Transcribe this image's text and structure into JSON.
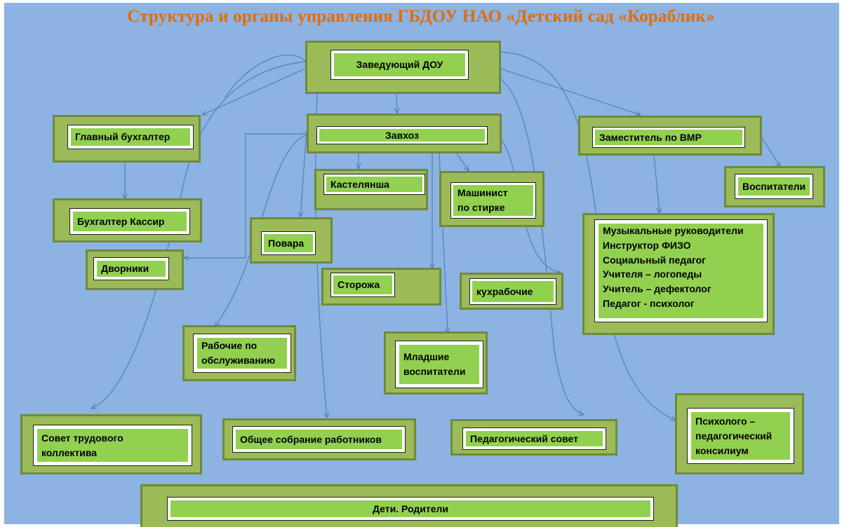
{
  "title": "Структура и органы управления ГБДОУ НАО «Детский сад «Кораблик»",
  "nodes": {
    "head": "Заведующий ДОУ",
    "chief_accountant": "Главный бухгалтер",
    "accountant_cashier": "Бухгалтер  Кассир",
    "janitors": "Дворники",
    "supply_manager": "Завхоз",
    "linen_keeper": "Кастелянша",
    "washer_line1": "Машинист",
    "washer_line2": "по стирке",
    "cooks": "Повара",
    "guards": "Сторожа",
    "kitchen_workers": "кухрабочие",
    "maintenance_line1": "Рабочие по",
    "maintenance_line2": "обслуживанию",
    "junior_teachers_line1": "Младшие",
    "junior_teachers_line2": "воспитатели",
    "deputy_vmr": "Заместитель по ВМР",
    "teachers": "Воспитатели",
    "specialists": [
      "Музыкальные руководители",
      "Инструктор ФИЗО",
      "Социальный педагог",
      "Учителя – логопеды",
      "Учитель – дефектолог",
      "Педагог - психолог"
    ],
    "labor_council_line1": "Совет трудового",
    "labor_council_line2": "коллектива",
    "general_meeting": "Общее собрание работников",
    "pedagogical_council": "Педагогический совет",
    "pmpk_line1": "Психолого –",
    "pmpk_line2": "педагогический",
    "pmpk_line3": "консилиум",
    "children_parents": "Дети. Родители"
  },
  "colors": {
    "background": "#8db3e2",
    "title": "#e36c0a",
    "box_outer": "#9bbb59",
    "box_fill": "#92d050",
    "connector": "#4f81bd"
  }
}
